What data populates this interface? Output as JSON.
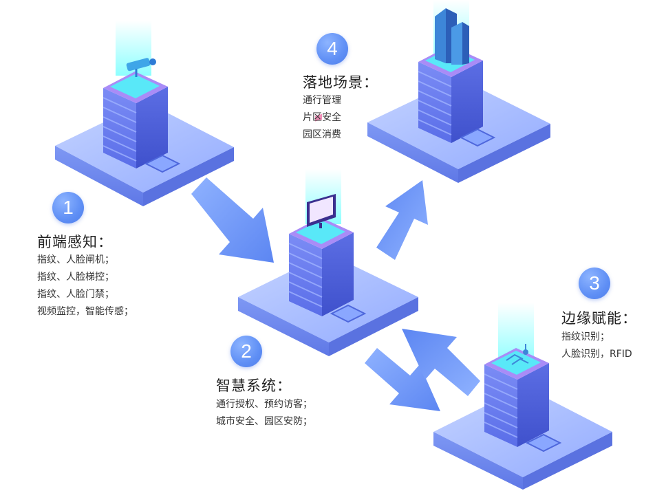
{
  "steps": [
    {
      "number": "1",
      "title": "前端感知：",
      "items": [
        "指纹、人脸闸机；",
        "指纹、人脸梯控；",
        "指纹、人脸门禁；",
        "视频监控，智能传感；"
      ]
    },
    {
      "number": "2",
      "title": "智慧系统：",
      "items": [
        "通行授权、预约访客；",
        "城市安全、园区安防；"
      ]
    },
    {
      "number": "3",
      "title": "边缘赋能：",
      "items": [
        "指纹识别；",
        "人脸识别，RFID"
      ]
    },
    {
      "number": "4",
      "title": "落地场景：",
      "items": [
        "通行管理",
        "片区安全",
        "园区消费"
      ]
    }
  ],
  "colors": {
    "platform_top": "#a9c0ff",
    "platform_side": "#6f8df0",
    "building_front": "#6c7ff0",
    "building_side": "#4c5fd8",
    "arrow": "#6f97f5",
    "glow": "#66ffff"
  },
  "icons": [
    "camera-icon",
    "monitor-icon",
    "skyscraper-icon",
    "circuit-icon"
  ]
}
